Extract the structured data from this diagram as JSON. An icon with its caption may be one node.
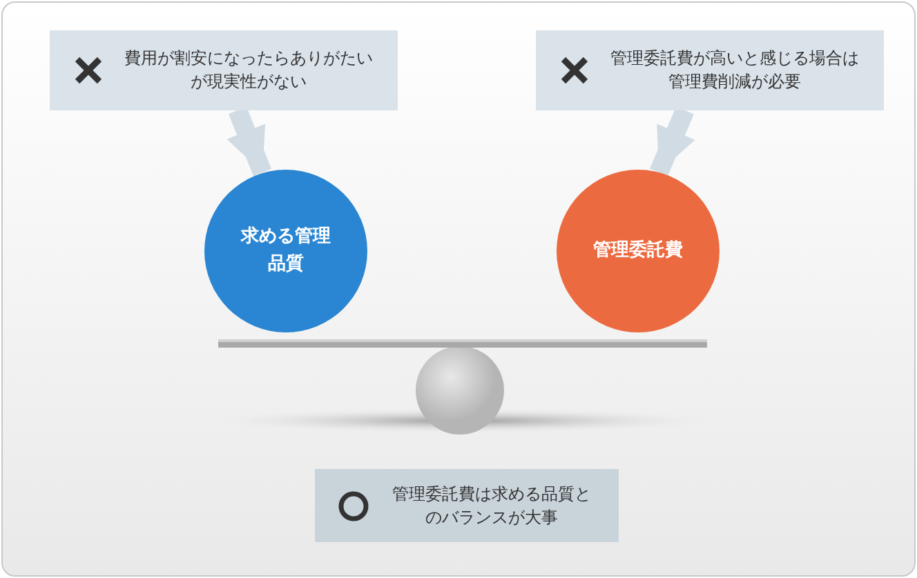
{
  "diagram": {
    "nodes": [
      {
        "text": [
          "費用が割安になったらありがたいが現実性がない"
        ]
      },
      {
        "text": [
          "管理委託費が高いと感じる場合は管理費削減が必要"
        ]
      },
      {
        "text": [
          "求める管理品質"
        ]
      },
      {
        "text": [
          "管理委託費"
        ]
      },
      {
        "text": [
          "管理委託費は求める品質とのバランスが大事"
        ]
      }
    ],
    "edges": [
      {
        "from": 0,
        "to": 2,
        "arrow": "to"
      },
      {
        "from": 1,
        "to": 3,
        "arrow": "to"
      }
    ]
  }
}
